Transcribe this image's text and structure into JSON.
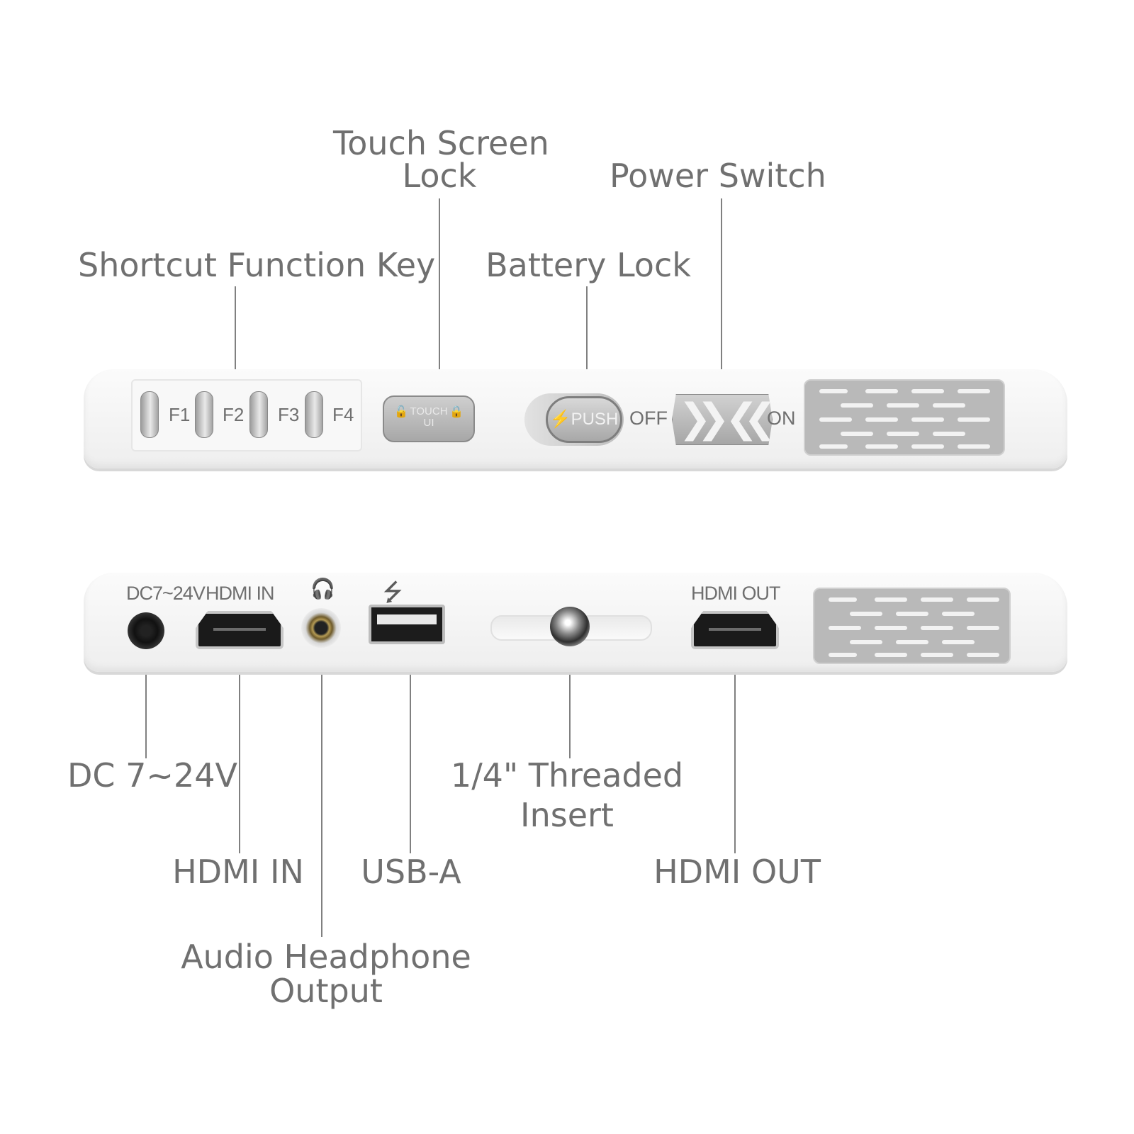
{
  "callouts": {
    "shortcut_function_key": "Shortcut Function Key",
    "touch_screen_lock_l1": "Touch Screen",
    "touch_screen_lock_l2": "Lock",
    "battery_lock": "Battery Lock",
    "power_switch": "Power Switch",
    "dc_power": "DC 7~24V",
    "hdmi_in": "HDMI IN",
    "usb_a": "USB-A",
    "threaded_insert_l1": "1/4\" Threaded",
    "threaded_insert_l2": "Insert",
    "hdmi_out": "HDMI OUT",
    "audio_headphone_l1": "Audio Headphone",
    "audio_headphone_l2": "Output"
  },
  "top_panel": {
    "function_keys": [
      "F1",
      "F2",
      "F3",
      "F4"
    ],
    "touch_button_l1": "TOUCH",
    "touch_button_l2": "UI",
    "push_button": "PUSH",
    "switch_off": "OFF",
    "switch_on": "ON"
  },
  "bottom_panel": {
    "dc_label": "DC7~24V",
    "hdmi_in_label": "HDMI IN",
    "hdmi_out_label": "HDMI OUT"
  },
  "icons": {
    "headphone": "headphone-icon",
    "usb": "usb-icon",
    "lock": "lock-icon",
    "lightning": "lightning-icon"
  },
  "colors": {
    "background": "#ffffff",
    "callout_text": "#707070",
    "device_body": "#f2f2f2",
    "metal": "#b9b9b9"
  }
}
